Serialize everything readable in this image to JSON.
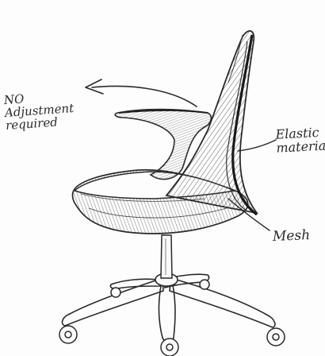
{
  "annotations": {
    "adjustment": [
      "NO",
      "Adjustment",
      "required"
    ],
    "elastic": [
      "Elastic",
      "material"
    ],
    "mesh": "Mesh"
  },
  "colors": {
    "ink": "#2a2a2a",
    "paper": "#fdfdfd"
  }
}
